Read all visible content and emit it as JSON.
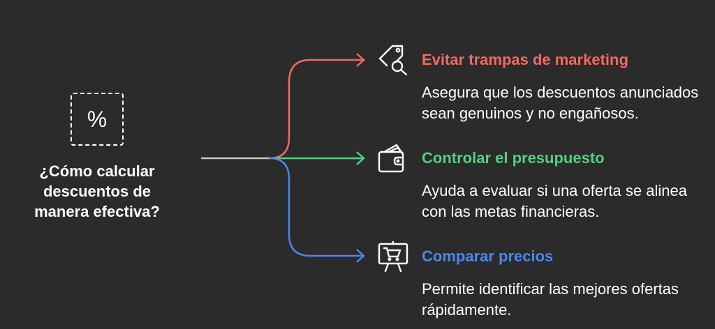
{
  "root": {
    "icon": "percent-icon",
    "icon_glyph": "%",
    "question": "¿Cómo calcular descuentos de manera efectiva?"
  },
  "branches": [
    {
      "title": "Evitar trampas de marketing",
      "description": "Asegura que los descuentos anunciados sean genuinos y no engañosos.",
      "icon": "price-tag-search-icon",
      "color": "#f06a62"
    },
    {
      "title": "Controlar el presupuesto",
      "description": "Ayuda a evaluar si una oferta se alinea con las metas financieras.",
      "icon": "wallet-cash-icon",
      "color": "#4fd182"
    },
    {
      "title": "Comparar precios",
      "description": "Permite identificar las mejores ofertas rápidamente.",
      "icon": "cart-presentation-icon",
      "color": "#4b86ee"
    }
  ],
  "colors": {
    "background": "#2b2b2b",
    "stem": "#c8c8c8",
    "text": "#ffffff"
  }
}
